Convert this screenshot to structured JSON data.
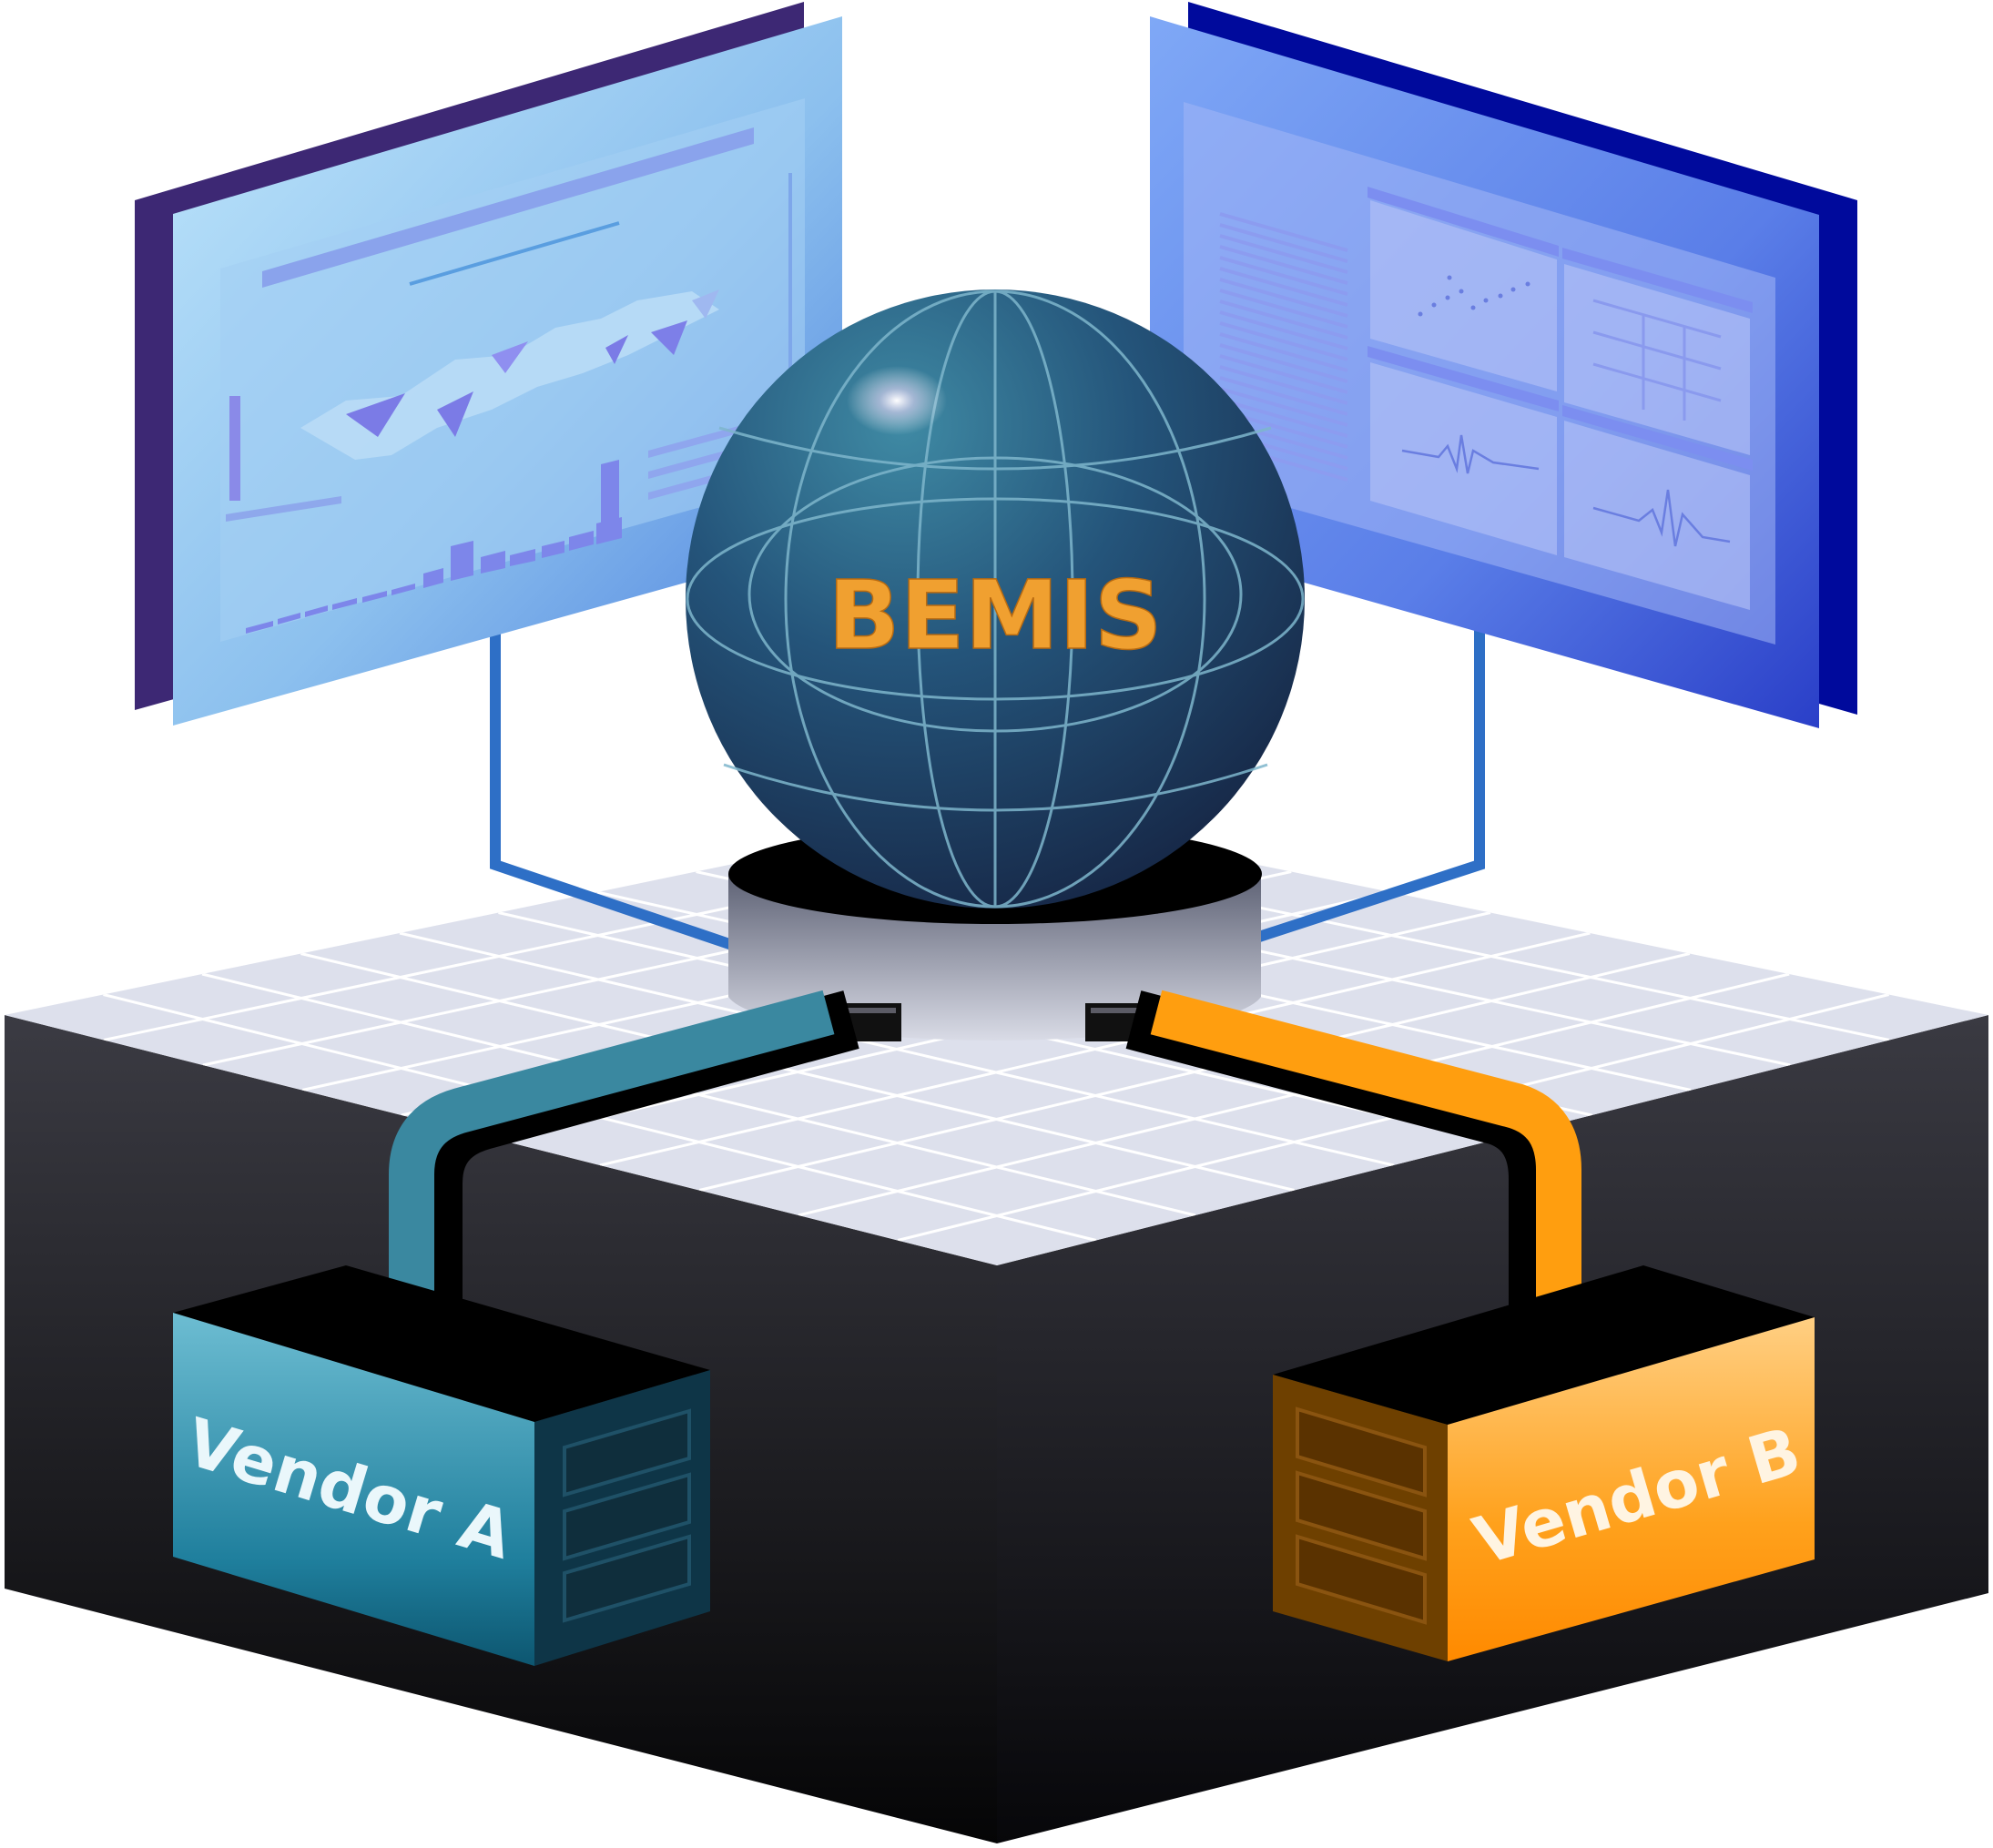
{
  "diagram": {
    "hub_label": "BEMIS",
    "vendor_a": {
      "label": "Vendor A"
    },
    "vendor_b": {
      "label": "Vendor B"
    },
    "left_monitor": "map-dashboard",
    "right_monitor": "analytics-dashboard"
  },
  "colors": {
    "vendor_a": "#3a98b2",
    "vendor_b": "#ffa319",
    "hub_text": "#f0a030",
    "globe": "#1f4a6a",
    "platform_top": "#dde0ec",
    "platform_side": "#1a1a1f",
    "left_screen": "#9fd0f4",
    "right_screen": "#6f97f0"
  }
}
